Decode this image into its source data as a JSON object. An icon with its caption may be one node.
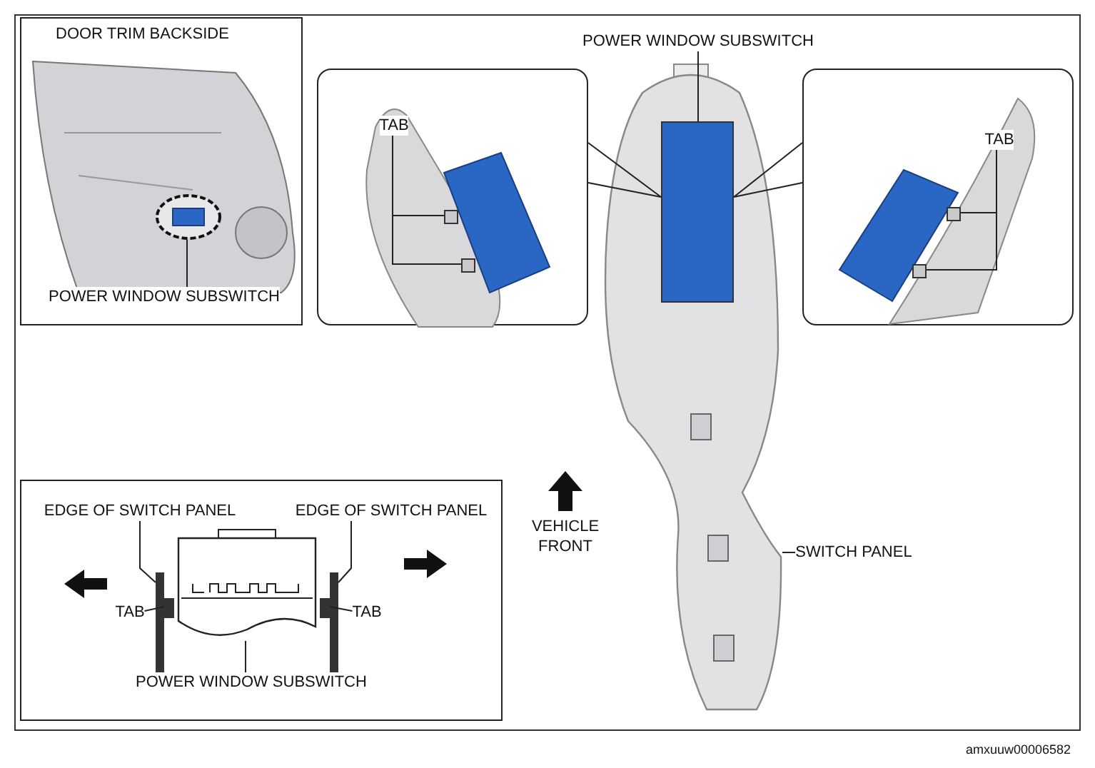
{
  "diagram": {
    "nodes": [
      {
        "text": [
          "DOOR TRIM BACKSIDE"
        ]
      },
      {
        "text": [
          "POWER WINDOW SUBSWITCH"
        ],
        "in": 0
      },
      {
        "text": [],
        "shape": "picture",
        "in": 0
      },
      {
        "text": [],
        "shape": "box"
      },
      {
        "text": [
          "TAB"
        ],
        "in": 3
      },
      {
        "text": [],
        "shape": "box",
        "in": 3
      },
      {
        "text": [],
        "shape": "box",
        "in": 3
      },
      {
        "text": [],
        "shape": "box"
      },
      {
        "text": [
          "TAB"
        ],
        "in": 7
      },
      {
        "text": [],
        "shape": "box",
        "in": 7
      },
      {
        "text": [],
        "shape": "box",
        "in": 7
      },
      {
        "text": [
          "POWER WINDOW SUBSWITCH"
        ]
      },
      {
        "text": [],
        "shape": "box",
        "in": 14
      },
      {
        "text": [
          "SWITCH PANEL"
        ]
      },
      {
        "text": [],
        "shape": "picture"
      },
      {
        "text": [],
        "shape": "box"
      },
      {
        "text": [
          "EDGE OF SWITCH PANEL"
        ],
        "in": 15
      },
      {
        "text": [
          "EDGE OF SWITCH PANEL"
        ],
        "in": 15
      },
      {
        "text": [
          "TAB"
        ],
        "in": 15
      },
      {
        "text": [
          "TAB"
        ],
        "in": 15
      },
      {
        "text": [
          "POWER WINDOW SUBSWITCH"
        ],
        "in": 15
      },
      {
        "text": [],
        "shape": "bar",
        "in": 15
      },
      {
        "text": [],
        "shape": "bar",
        "in": 15
      },
      {
        "text": [],
        "shape": "bar",
        "in": 15
      },
      {
        "text": [],
        "shape": "bar",
        "in": 15
      },
      {
        "text": [],
        "shape": "picture",
        "in": 15
      }
    ],
    "edges": [
      {
        "from": 1,
        "to": 2,
        "arrow": "none"
      },
      {
        "from": 4,
        "to": 5,
        "arrow": "none"
      },
      {
        "from": 4,
        "to": 6,
        "arrow": "none"
      },
      {
        "from": 8,
        "to": 9,
        "arrow": "none"
      },
      {
        "from": 8,
        "to": 10,
        "arrow": "none"
      },
      {
        "from": 11,
        "to": 12,
        "arrow": "none"
      },
      {
        "from": 3,
        "to": 12,
        "arrow": "none"
      },
      {
        "from": 7,
        "to": 12,
        "arrow": "none"
      },
      {
        "from": 13,
        "to": 14,
        "arrow": "none"
      },
      {
        "from": 16,
        "to": 21,
        "arrow": "none"
      },
      {
        "from": 17,
        "to": 22,
        "arrow": "none"
      },
      {
        "from": 18,
        "to": 23,
        "arrow": "none"
      },
      {
        "from": 19,
        "to": 24,
        "arrow": "none"
      },
      {
        "from": 20,
        "to": 25,
        "arrow": "none"
      }
    ],
    "labels": [
      "VEHICLE FRONT",
      "amxuuw00006582"
    ]
  }
}
